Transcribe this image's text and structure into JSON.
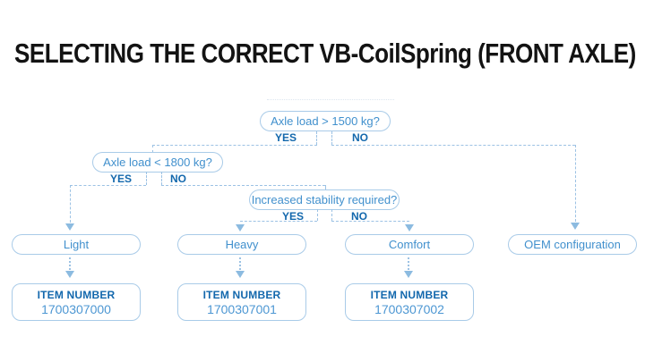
{
  "title": "SELECTING THE CORRECT VB-CoilSpring (FRONT AXLE)",
  "flowchart": {
    "decisions": [
      {
        "question": "Axle load > 1500 kg?",
        "yes": "YES",
        "no": "NO"
      },
      {
        "question": "Axle load < 1800 kg?",
        "yes": "YES",
        "no": "NO"
      },
      {
        "question": "Increased stability required?",
        "yes": "YES",
        "no": "NO"
      }
    ],
    "results": [
      {
        "label": "Light"
      },
      {
        "label": "Heavy"
      },
      {
        "label": "Comfort"
      },
      {
        "label": "OEM configuration"
      }
    ],
    "items": [
      {
        "label": "ITEM NUMBER",
        "number": "1700307000"
      },
      {
        "label": "ITEM NUMBER",
        "number": "1700307001"
      },
      {
        "label": "ITEM NUMBER",
        "number": "1700307002"
      }
    ]
  },
  "colors": {
    "accent_dark": "#1368ad",
    "accent_mid": "#4190cd",
    "box_border": "#a9cbe8",
    "line": "#9cc2e4",
    "arrow": "#8cbbe0",
    "title": "#131313",
    "background": "#ffffff"
  }
}
